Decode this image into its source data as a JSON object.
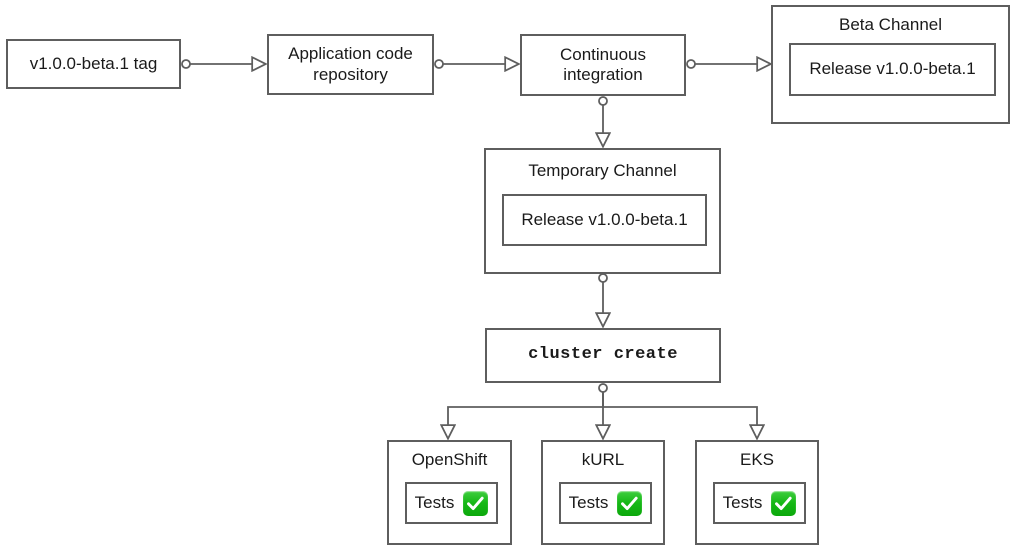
{
  "diagram": {
    "title_visible": false,
    "background_color": "#ffffff",
    "stroke_color": "#5e5e5e",
    "text_color": "#1a1a1a",
    "accent_green": "#16b816",
    "nodes": {
      "tag": {
        "label": "v1.0.0-beta.1 tag"
      },
      "repo": {
        "label": "Application code\nrepository"
      },
      "ci": {
        "label": "Continuous\nintegration"
      },
      "beta_channel": {
        "title": "Beta Channel",
        "release": "Release v1.0.0-beta.1"
      },
      "temporary_channel": {
        "title": "Temporary Channel",
        "release": "Release v1.0.0-beta.1"
      },
      "cluster_create": {
        "label": "cluster create"
      },
      "openshift": {
        "title": "OpenShift",
        "tests_label": "Tests",
        "status_icon": "green-check-icon"
      },
      "kurl": {
        "title": "kURL",
        "tests_label": "Tests",
        "status_icon": "green-check-icon"
      },
      "eks": {
        "title": "EKS",
        "tests_label": "Tests",
        "status_icon": "green-check-icon"
      }
    }
  }
}
